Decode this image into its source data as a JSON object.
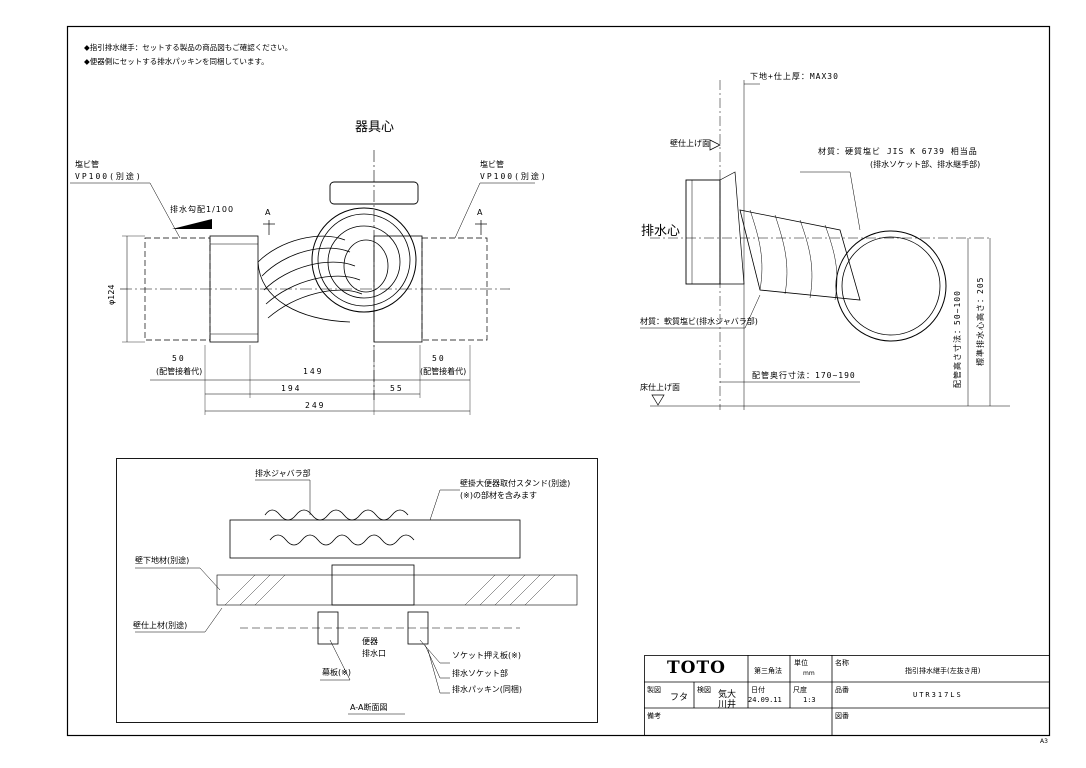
{
  "notes": [
    "◆指引排水継手：セットする製品の商品図もご確認ください。",
    "◆便器側にセットする排水パッキンを同梱しています。"
  ],
  "top_view": {
    "center_label": "器具心",
    "pipe_left_name": "塩ビ管",
    "pipe_left_spec": "VP100(別途)",
    "pipe_right_name": "塩ビ管",
    "pipe_right_spec": "VP100(別途)",
    "slope_label": "排水勾配1/100",
    "section_mark_left": "A",
    "section_mark_right": "A",
    "diameter": "φ124",
    "dims": {
      "left_allowance": "50",
      "left_allowance_note": "(配管接着代)",
      "right_allowance": "50",
      "right_allowance_note": "(配管接着代)",
      "d149": "149",
      "d194": "194",
      "d55": "55",
      "d249": "249"
    }
  },
  "side_view": {
    "base_thickness": "下地+仕上厚：MAX30",
    "wall_finish": "壁仕上げ面",
    "material_socket": "材質：硬質塩ビ JIS K 6739 相当品",
    "material_socket_note": "(排水ソケット部、排水継手部)",
    "drain_center": "排水心",
    "material_bellows": "材質：軟質塩ビ(排水ジャバラ部)",
    "depth_dim": "配管奥行寸法：170~190",
    "floor_finish": "床仕上げ面",
    "piping_height": "配管高さ寸法：50~100",
    "standard_height": "標準排水心高さ：205"
  },
  "section_view": {
    "bellows": "排水ジャバラ部",
    "stand": "壁掛大便器取付スタンド(別途)",
    "stand_note": "(※)の部材を含みます",
    "wall_base": "壁下地材(別途)",
    "wall_finish": "壁仕上材(別途)",
    "outlet": "便器\n排水口",
    "socket_plate": "ソケット押え板(※)",
    "socket": "排水ソケット部",
    "curtain_plate": "幕板(※)",
    "packing": "排水パッキン(同梱)",
    "title": "A-A断面図"
  },
  "title_block": {
    "brand": "TOTO",
    "projection": "第三角法",
    "unit_label": "単位",
    "unit": "mm",
    "name_label": "名称",
    "name": "指引排水継手(左抜き用)",
    "drafted_label": "製図",
    "drafted": "フタ",
    "checked_label": "検図",
    "checked": "気大川井",
    "date_label": "日付",
    "date": "24.09.11",
    "scale_label": "尺度",
    "scale": "1:3",
    "part_label": "品番",
    "part": "UTR317LS",
    "remarks_label": "備考",
    "drawing_no_label": "図番"
  },
  "sheet_size": "A3"
}
